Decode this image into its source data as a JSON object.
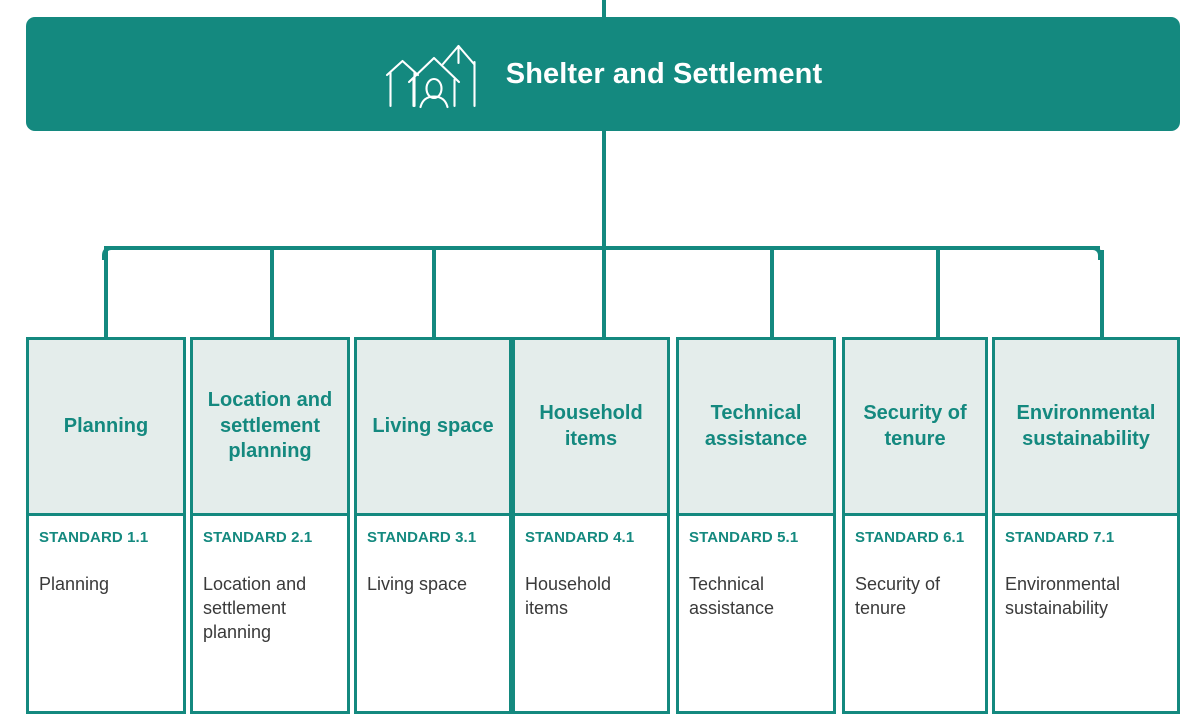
{
  "diagram": {
    "title": "Shelter and Settlement",
    "icon": "houses-with-person-icon",
    "accent_color": "#14897F",
    "card_header_color": "#E4EDEB",
    "banner_text_color": "#FFFFFF",
    "body_text_color": "#3A3A3A",
    "connector_style": "orthogonal-tree",
    "branch_count": 7
  },
  "cards": [
    {
      "header": "Planning",
      "standard": "STANDARD 1.1",
      "description": "Planning"
    },
    {
      "header": "Location and settlement planning",
      "standard": "STANDARD 2.1",
      "description": "Location and settlement planning"
    },
    {
      "header": "Living space",
      "standard": "STANDARD 3.1",
      "description": "Living space"
    },
    {
      "header": "Household items",
      "standard": "STANDARD 4.1",
      "description": "Household items"
    },
    {
      "header": "Technical assistance",
      "standard": "STANDARD 5.1",
      "description": "Technical assistance"
    },
    {
      "header": "Security of tenure",
      "standard": "STANDARD 6.1",
      "description": "Security of tenure"
    },
    {
      "header": "Environmental sustainability",
      "standard": "STANDARD 7.1",
      "description": "Environmental sustainability"
    }
  ]
}
